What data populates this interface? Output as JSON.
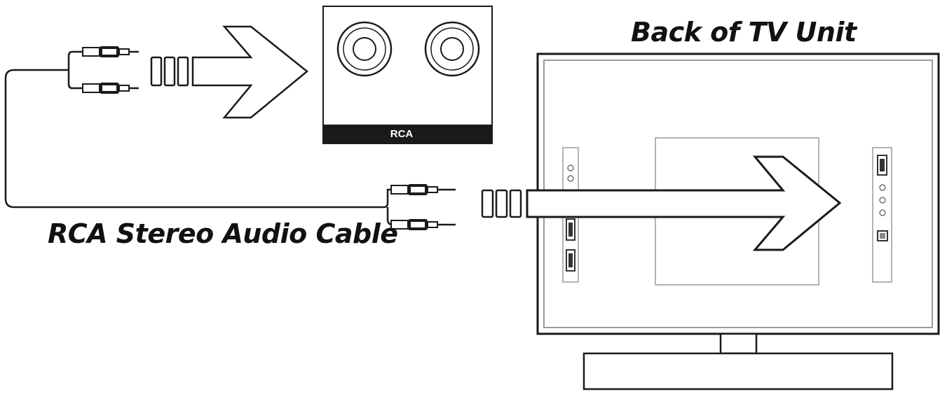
{
  "labels": {
    "tv_title": "Back of TV Unit",
    "cable_title": "RCA Stereo Audio Cable",
    "panel_label": "RCA"
  },
  "colors": {
    "stroke": "#1a1a1a",
    "panel_bar": "#1a1a1a",
    "tv_inner": "#9a9a9a",
    "background": "#ffffff"
  },
  "icons": [
    "rca-plug-icon",
    "rca-jack-icon",
    "arrow-icon",
    "hdmi-port-icon",
    "optical-port-icon"
  ]
}
